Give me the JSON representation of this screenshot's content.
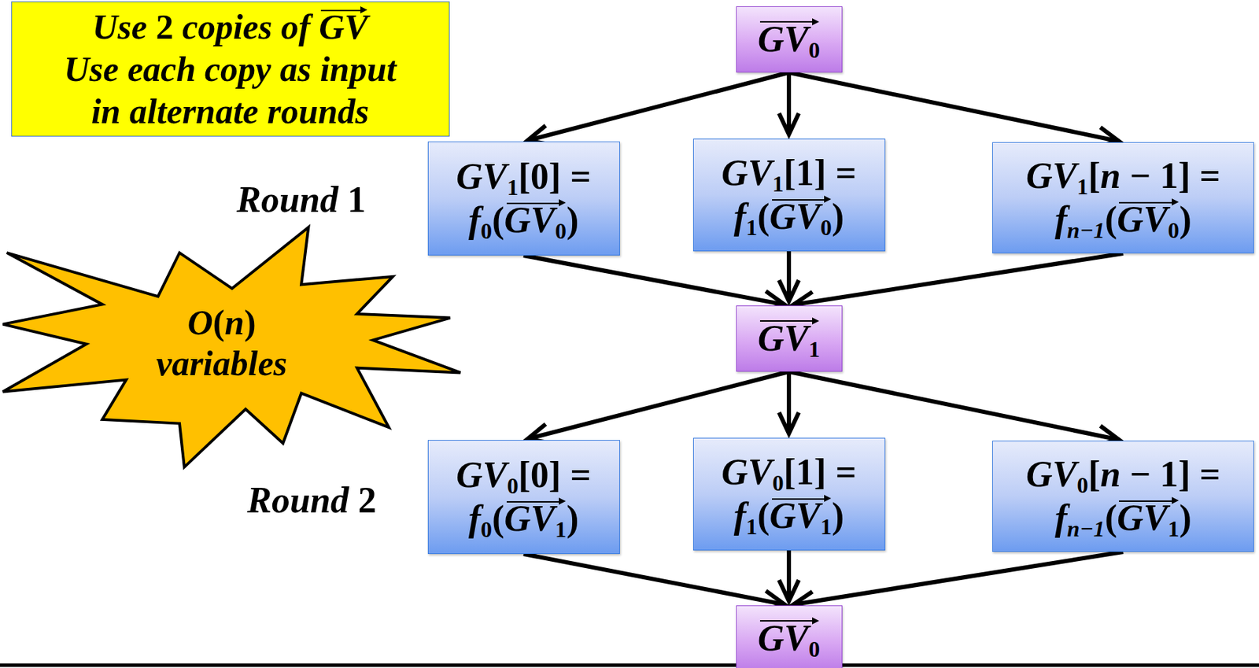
{
  "diagram": {
    "nodes": [
      {
        "text": [
          "Use 2 copies of GV Use each copy as input in alternate rounds"
        ]
      },
      {
        "text": [
          "GV0"
        ]
      },
      {
        "text": [
          "GV1[0] = f0(GV0)"
        ]
      },
      {
        "text": [
          "GV1[1] = f1(GV0)"
        ]
      },
      {
        "text": [
          "GV1[n − 1] = fn−1(GV0)"
        ]
      },
      {
        "text": [
          "O(n) variables"
        ]
      },
      {
        "text": [
          "GV1"
        ]
      },
      {
        "text": [
          "GV0[0] = f0(GV1)"
        ]
      },
      {
        "text": [
          "GV0[1] = f1(GV1)"
        ]
      },
      {
        "text": [
          "GV0[n − 1] = fn−1(GV1)"
        ]
      },
      {
        "text": [
          "GV0"
        ]
      }
    ],
    "edges": [
      {
        "from": 1,
        "to": 2,
        "arrow": "to"
      },
      {
        "from": 1,
        "to": 3,
        "arrow": "to"
      },
      {
        "from": 1,
        "to": 4,
        "arrow": "to"
      },
      {
        "from": 2,
        "to": 6,
        "arrow": "to"
      },
      {
        "from": 3,
        "to": 6,
        "arrow": "to"
      },
      {
        "from": 4,
        "to": 6,
        "arrow": "to"
      },
      {
        "from": 6,
        "to": 7,
        "arrow": "to"
      },
      {
        "from": 6,
        "to": 8,
        "arrow": "to"
      },
      {
        "from": 6,
        "to": 9,
        "arrow": "to"
      },
      {
        "from": 7,
        "to": 10,
        "arrow": "to"
      },
      {
        "from": 8,
        "to": 10,
        "arrow": "to"
      },
      {
        "from": 9,
        "to": 10,
        "arrow": "to"
      }
    ],
    "labels": [
      "Round 1",
      "Round 2"
    ]
  }
}
